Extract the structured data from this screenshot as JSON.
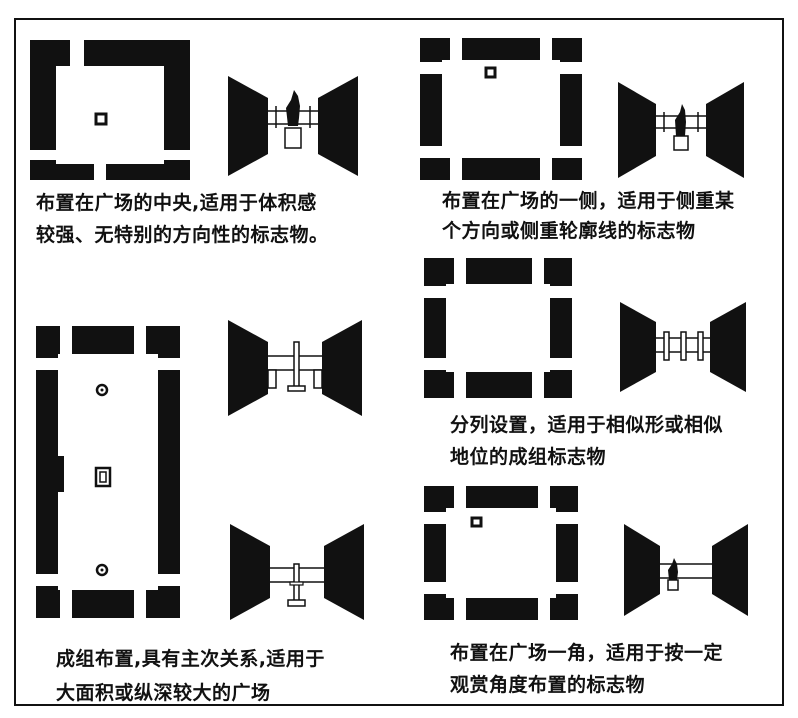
{
  "figure": {
    "captions": {
      "center": [
        "布置在广场的中央,适用于体积感",
        "较强、无特别的方向性的标志物。"
      ],
      "side": [
        "布置在广场的一侧，适用于侧重某",
        "个方向或侧重轮廓线的标志物"
      ],
      "row": [
        "分列设置，适用于相似形或相似",
        "地位的成组标志物"
      ],
      "group": [
        "成组布置,具有主次关系,适用于",
        "大面积或纵深较大的广场"
      ],
      "corner": [
        "布置在广场一角，适用于按一定",
        "观赏角度布置的标志物"
      ]
    }
  }
}
